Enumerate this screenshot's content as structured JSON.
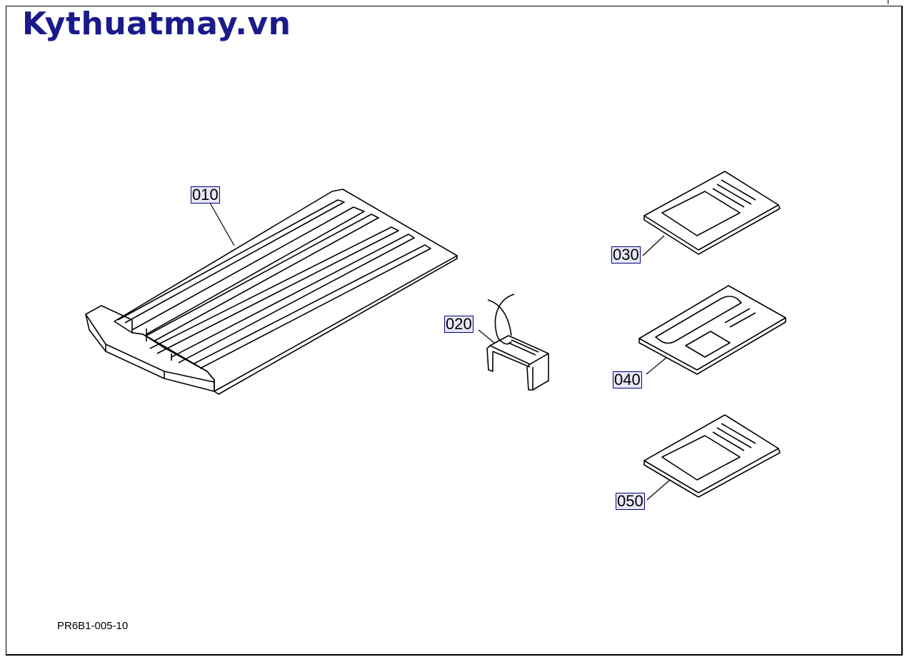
{
  "watermark": "Kythuatmay.vn",
  "drawing_code": "PR6B1-005-10",
  "callouts": {
    "c010": "010",
    "c020": "020",
    "c030": "030",
    "c040": "040",
    "c050": "050"
  },
  "colors": {
    "watermark": "#1a1a8c",
    "callout_border": "#000080",
    "callout_fill": "#e8e8f8",
    "line": "#000000"
  }
}
